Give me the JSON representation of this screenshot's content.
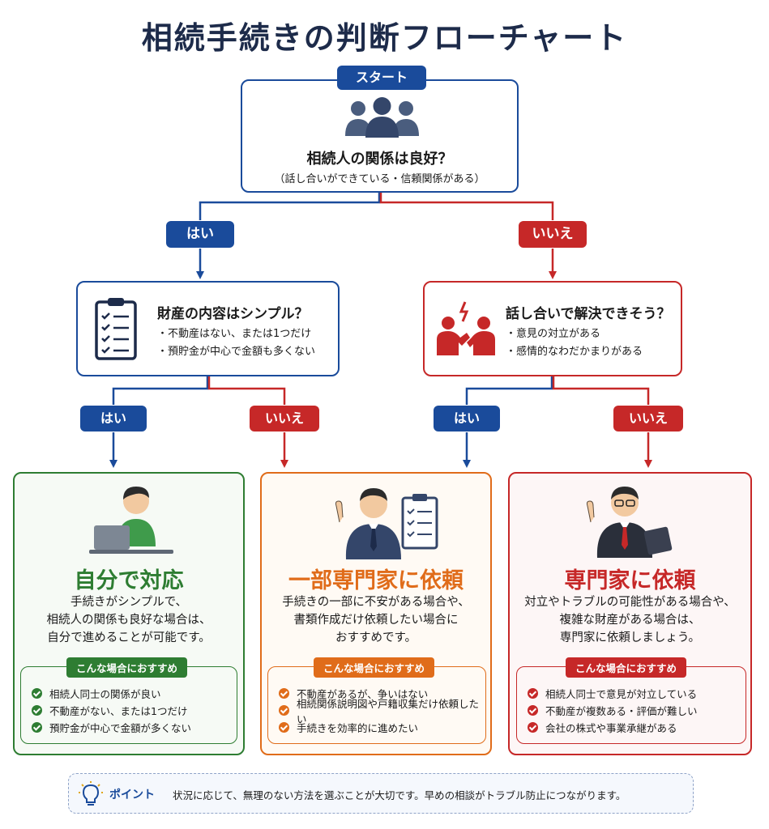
{
  "title": "相続手続きの判断フローチャート",
  "start": {
    "badge": "スタート",
    "question": "相続人の関係は良好？",
    "sub": "（話し合いができている・信頼関係がある）"
  },
  "labels": {
    "yes": "はい",
    "no": "いいえ"
  },
  "left_question": {
    "title": "財産の内容はシンプル？",
    "items": [
      "・不動産はない、または1つだけ",
      "・預貯金が中心で金額も多くない"
    ]
  },
  "right_question": {
    "title": "話し合いで解決できそう？",
    "items": [
      "・意見の対立がある",
      "・感情的なわだかまりがある"
    ]
  },
  "results": [
    {
      "title": "自分で対応",
      "desc": [
        "手続きがシンプルで、",
        "相続人の関係も良好な場合は、",
        "自分で進めることが可能です。"
      ],
      "rec_label": "こんな場合におすすめ",
      "items": [
        "相続人同士の関係が良い",
        "不動産がない、または1つだけ",
        "預貯金が中心で金額が多くない"
      ],
      "color": "#2e7d32"
    },
    {
      "title": "一部専門家に依頼",
      "desc": [
        "手続きの一部に不安がある場合や、",
        "書類作成だけ依頼したい場合に",
        "おすすめです。"
      ],
      "rec_label": "こんな場合におすすめ",
      "items": [
        "不動産があるが、争いはない",
        "相続関係説明図や戸籍収集だけ依頼したい",
        "手続きを効率的に進めたい"
      ],
      "color": "#e06c1a"
    },
    {
      "title": "専門家に依頼",
      "desc": [
        "対立やトラブルの可能性がある場合や、",
        "複雑な財産がある場合は、",
        "専門家に依頼しましょう。"
      ],
      "rec_label": "こんな場合におすすめ",
      "items": [
        "相続人同士で意見が対立している",
        "不動産が複数ある・評価が難しい",
        "会社の株式や事業承継がある"
      ],
      "color": "#c62828"
    }
  ],
  "point": {
    "label": "ポイント",
    "text": "状況に応じて、無理のない方法を選ぶことが大切です。早めの相談がトラブル防止につながります。"
  },
  "colors": {
    "blue": "#1a4b9b",
    "red": "#c62828",
    "green": "#2e7d32",
    "orange": "#e06c1a",
    "navy": "#1d2b4a"
  }
}
